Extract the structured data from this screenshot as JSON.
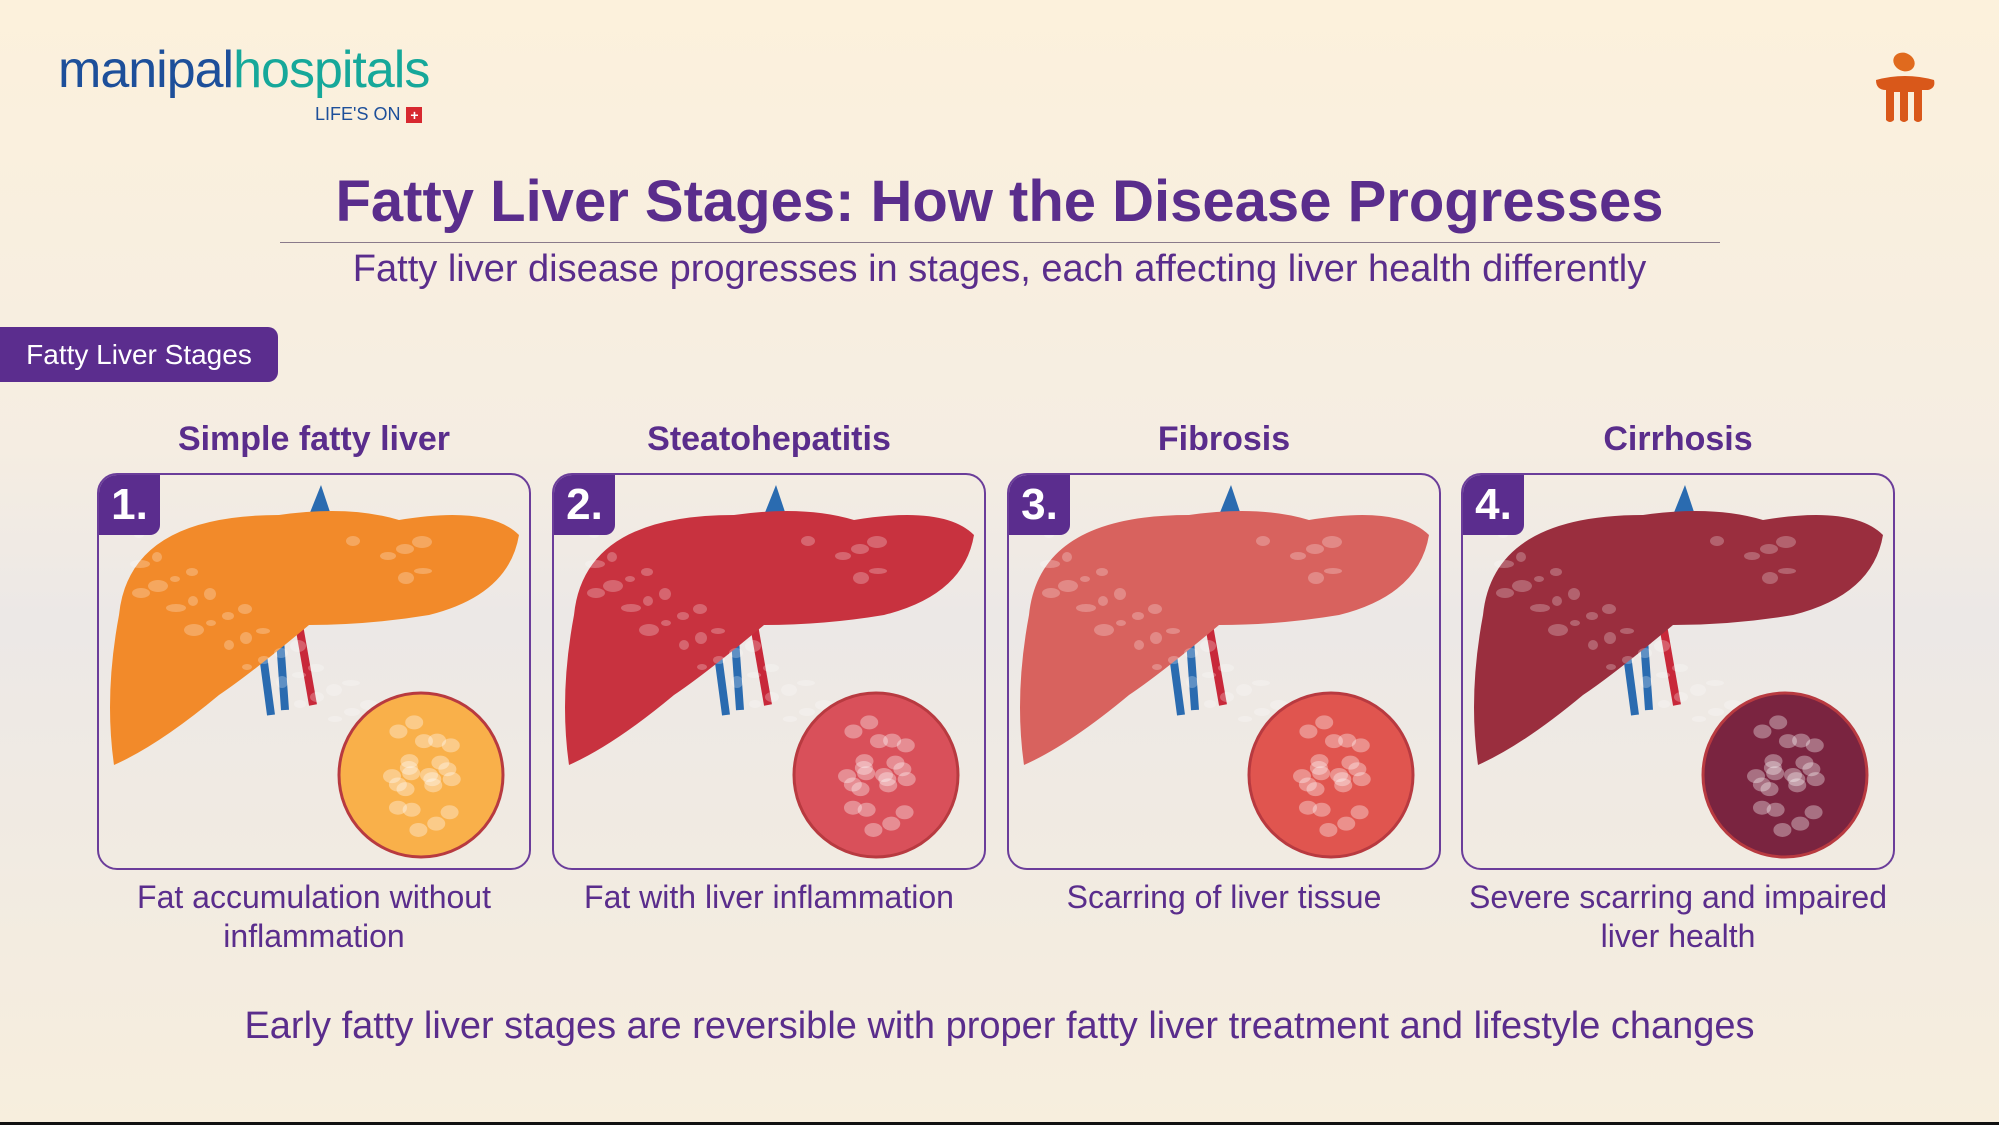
{
  "logo": {
    "part1": "manipal",
    "part2": "hospitals",
    "tagline": "LIFE'S ON",
    "cross": "+"
  },
  "title": "Fatty Liver Stages: How the Disease Progresses",
  "subtitle": "Fatty liver disease progresses in stages, each affecting liver health differently",
  "section_label": "Fatty Liver Stages",
  "stages": [
    {
      "number": "1.",
      "title": "Simple fatty liver",
      "description": "Fat accumulation without inflammation",
      "color": "#f28a2a",
      "cell": "#f9b04a"
    },
    {
      "number": "2.",
      "title": "Steatohepatitis",
      "description": "Fat with liver inflammation",
      "color": "#c8323f",
      "cell": "#d9505a"
    },
    {
      "number": "3.",
      "title": "Fibrosis",
      "description": "Scarring of liver tissue",
      "color": "#d8625e",
      "cell": "#e0554f"
    },
    {
      "number": "4.",
      "title": "Cirrhosis",
      "description": "Severe scarring and impaired liver health",
      "color": "#9a2e3e",
      "cell": "#7a2440"
    }
  ],
  "footer": "Early fatty liver stages are reversible with proper fatty liver treatment and lifestyle changes"
}
